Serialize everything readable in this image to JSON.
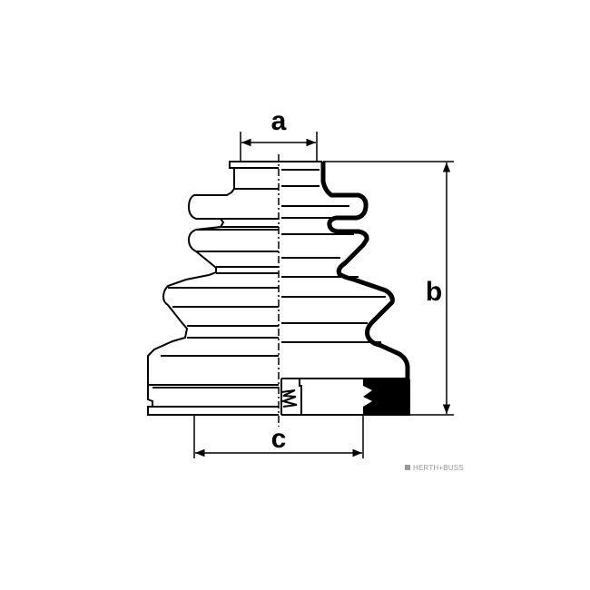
{
  "diagram": {
    "labels": {
      "a": "a",
      "b": "b",
      "c": "c"
    },
    "watermark": "HERTH+BUSS",
    "colors": {
      "line": "#000000",
      "background": "#ffffff",
      "watermark": "#9a9a9a"
    }
  }
}
